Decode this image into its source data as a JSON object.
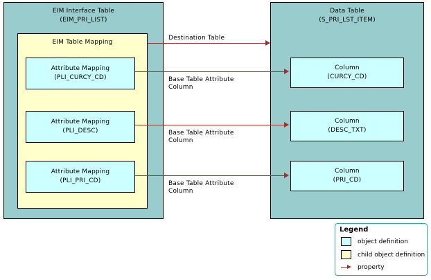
{
  "diagram": {
    "background_color": "#ffffff",
    "colors": {
      "object_definition": "#ccffff",
      "child_object_definition": "#ffffcc",
      "table": "#99cccc",
      "property_arrow": "#993333",
      "border": "#000000",
      "legend_border": "#2ea8a8"
    }
  },
  "interface_table": {
    "title": "EIM Interface Table",
    "subtitle": "(EIM_PRI_LIST)",
    "mapping": {
      "title": "EIM Table Mapping",
      "attributes": [
        {
          "title": "Attribute Mapping",
          "subtitle": "(PLI_CURCY_CD)"
        },
        {
          "title": "Attribute Mapping",
          "subtitle": "(PLI_DESC)"
        },
        {
          "title": "Attribute Mapping",
          "subtitle": "(PLI_PRI_CD)"
        }
      ]
    }
  },
  "data_table": {
    "title": "Data Table",
    "subtitle": "(S_PRI_LST_ITEM)",
    "columns": [
      {
        "title": "Column",
        "subtitle": "(CURCY_CD)"
      },
      {
        "title": "Column",
        "subtitle": "(DESC_TXT)"
      },
      {
        "title": "Column",
        "subtitle": "(PRI_CD)"
      }
    ]
  },
  "connections": [
    {
      "label": "Destination Table"
    },
    {
      "label": "Base Table Attribute\nColumn"
    },
    {
      "label": "Base Table Attribute\nColumn"
    },
    {
      "label": "Base Table Attribute\nColumn"
    }
  ],
  "legend": {
    "title": "Legend",
    "items": [
      {
        "label": "object definition",
        "swatch": "object-definition-swatch"
      },
      {
        "label": "child object definition",
        "swatch": "child-object-definition-swatch"
      },
      {
        "label": "property",
        "swatch": "property-arrow-icon"
      }
    ]
  }
}
